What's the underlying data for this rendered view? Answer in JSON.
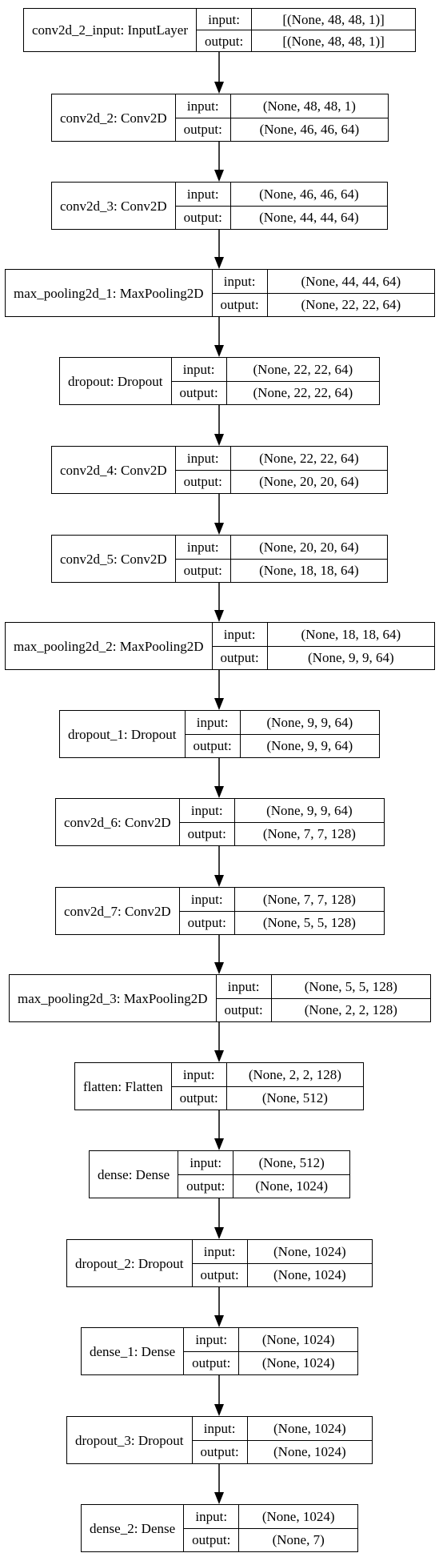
{
  "io_labels": {
    "input": "input:",
    "output": "output:"
  },
  "layers": [
    {
      "name": "conv2d_2_input: InputLayer",
      "input": "[(None, 48, 48, 1)]",
      "output": "[(None, 48, 48, 1)]"
    },
    {
      "name": "conv2d_2: Conv2D",
      "input": "(None, 48, 48, 1)",
      "output": "(None, 46, 46, 64)"
    },
    {
      "name": "conv2d_3: Conv2D",
      "input": "(None, 46, 46, 64)",
      "output": "(None, 44, 44, 64)"
    },
    {
      "name": "max_pooling2d_1: MaxPooling2D",
      "input": "(None, 44, 44, 64)",
      "output": "(None, 22, 22, 64)"
    },
    {
      "name": "dropout: Dropout",
      "input": "(None, 22, 22, 64)",
      "output": "(None, 22, 22, 64)"
    },
    {
      "name": "conv2d_4: Conv2D",
      "input": "(None, 22, 22, 64)",
      "output": "(None, 20, 20, 64)"
    },
    {
      "name": "conv2d_5: Conv2D",
      "input": "(None, 20, 20, 64)",
      "output": "(None, 18, 18, 64)"
    },
    {
      "name": "max_pooling2d_2: MaxPooling2D",
      "input": "(None, 18, 18, 64)",
      "output": "(None, 9, 9, 64)"
    },
    {
      "name": "dropout_1: Dropout",
      "input": "(None, 9, 9, 64)",
      "output": "(None, 9, 9, 64)"
    },
    {
      "name": "conv2d_6: Conv2D",
      "input": "(None, 9, 9, 64)",
      "output": "(None, 7, 7, 128)"
    },
    {
      "name": "conv2d_7: Conv2D",
      "input": "(None, 7, 7, 128)",
      "output": "(None, 5, 5, 128)"
    },
    {
      "name": "max_pooling2d_3: MaxPooling2D",
      "input": "(None, 5, 5, 128)",
      "output": "(None, 2, 2, 128)"
    },
    {
      "name": "flatten: Flatten",
      "input": "(None, 2, 2, 128)",
      "output": "(None, 512)"
    },
    {
      "name": "dense: Dense",
      "input": "(None, 512)",
      "output": "(None, 1024)"
    },
    {
      "name": "dropout_2: Dropout",
      "input": "(None, 1024)",
      "output": "(None, 1024)"
    },
    {
      "name": "dense_1: Dense",
      "input": "(None, 1024)",
      "output": "(None, 1024)"
    },
    {
      "name": "dropout_3: Dropout",
      "input": "(None, 1024)",
      "output": "(None, 1024)"
    },
    {
      "name": "dense_2: Dense",
      "input": "(None, 1024)",
      "output": "(None, 7)"
    }
  ],
  "colors": {
    "line": "#000000",
    "background": "#ffffff"
  }
}
